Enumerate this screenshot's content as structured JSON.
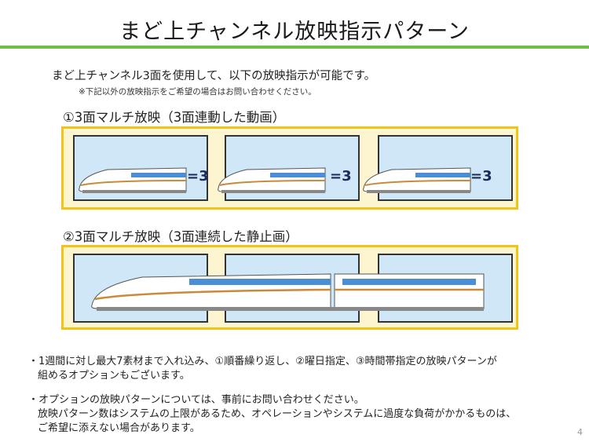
{
  "slide": {
    "title": "まど上チャンネル放映指示パターン",
    "intro": "まど上チャンネル3面を使用して、以下の放映指示が可能です。",
    "note": "※下記以外の放映指示をご希望の場合はお問い合わせください。",
    "section1": {
      "title": "①3面マルチ放映（3面連動した動画）",
      "eq": "=3"
    },
    "section2": {
      "title": "②3面マルチ放映（3面連続した静止画）"
    },
    "bullets": [
      {
        "line1": "・1週間に対し最大7素材まで入れ込み、①順番繰り返し、②曜日指定、③時間帯指定の放映パターンが",
        "line2": "組めるオプションもございます。"
      },
      {
        "line1": "・オプションの放映パターンについては、事前にお問い合わせください。",
        "line2": "放映パターン数はシステムの上限があるため、オペレーションやシステムに過度な負荷がかかるものは、",
        "line3": "ご希望に添えない場合があります。"
      }
    ],
    "page_number": "4"
  },
  "colors": {
    "accent_rule": "#6cc04a",
    "panel_border": "#f2c418",
    "panel_fill": "#fdf5d0",
    "screen_fill": "#cfe7f6",
    "train_stripe": "#c98a3a",
    "train_window": "#4a8fd6"
  }
}
